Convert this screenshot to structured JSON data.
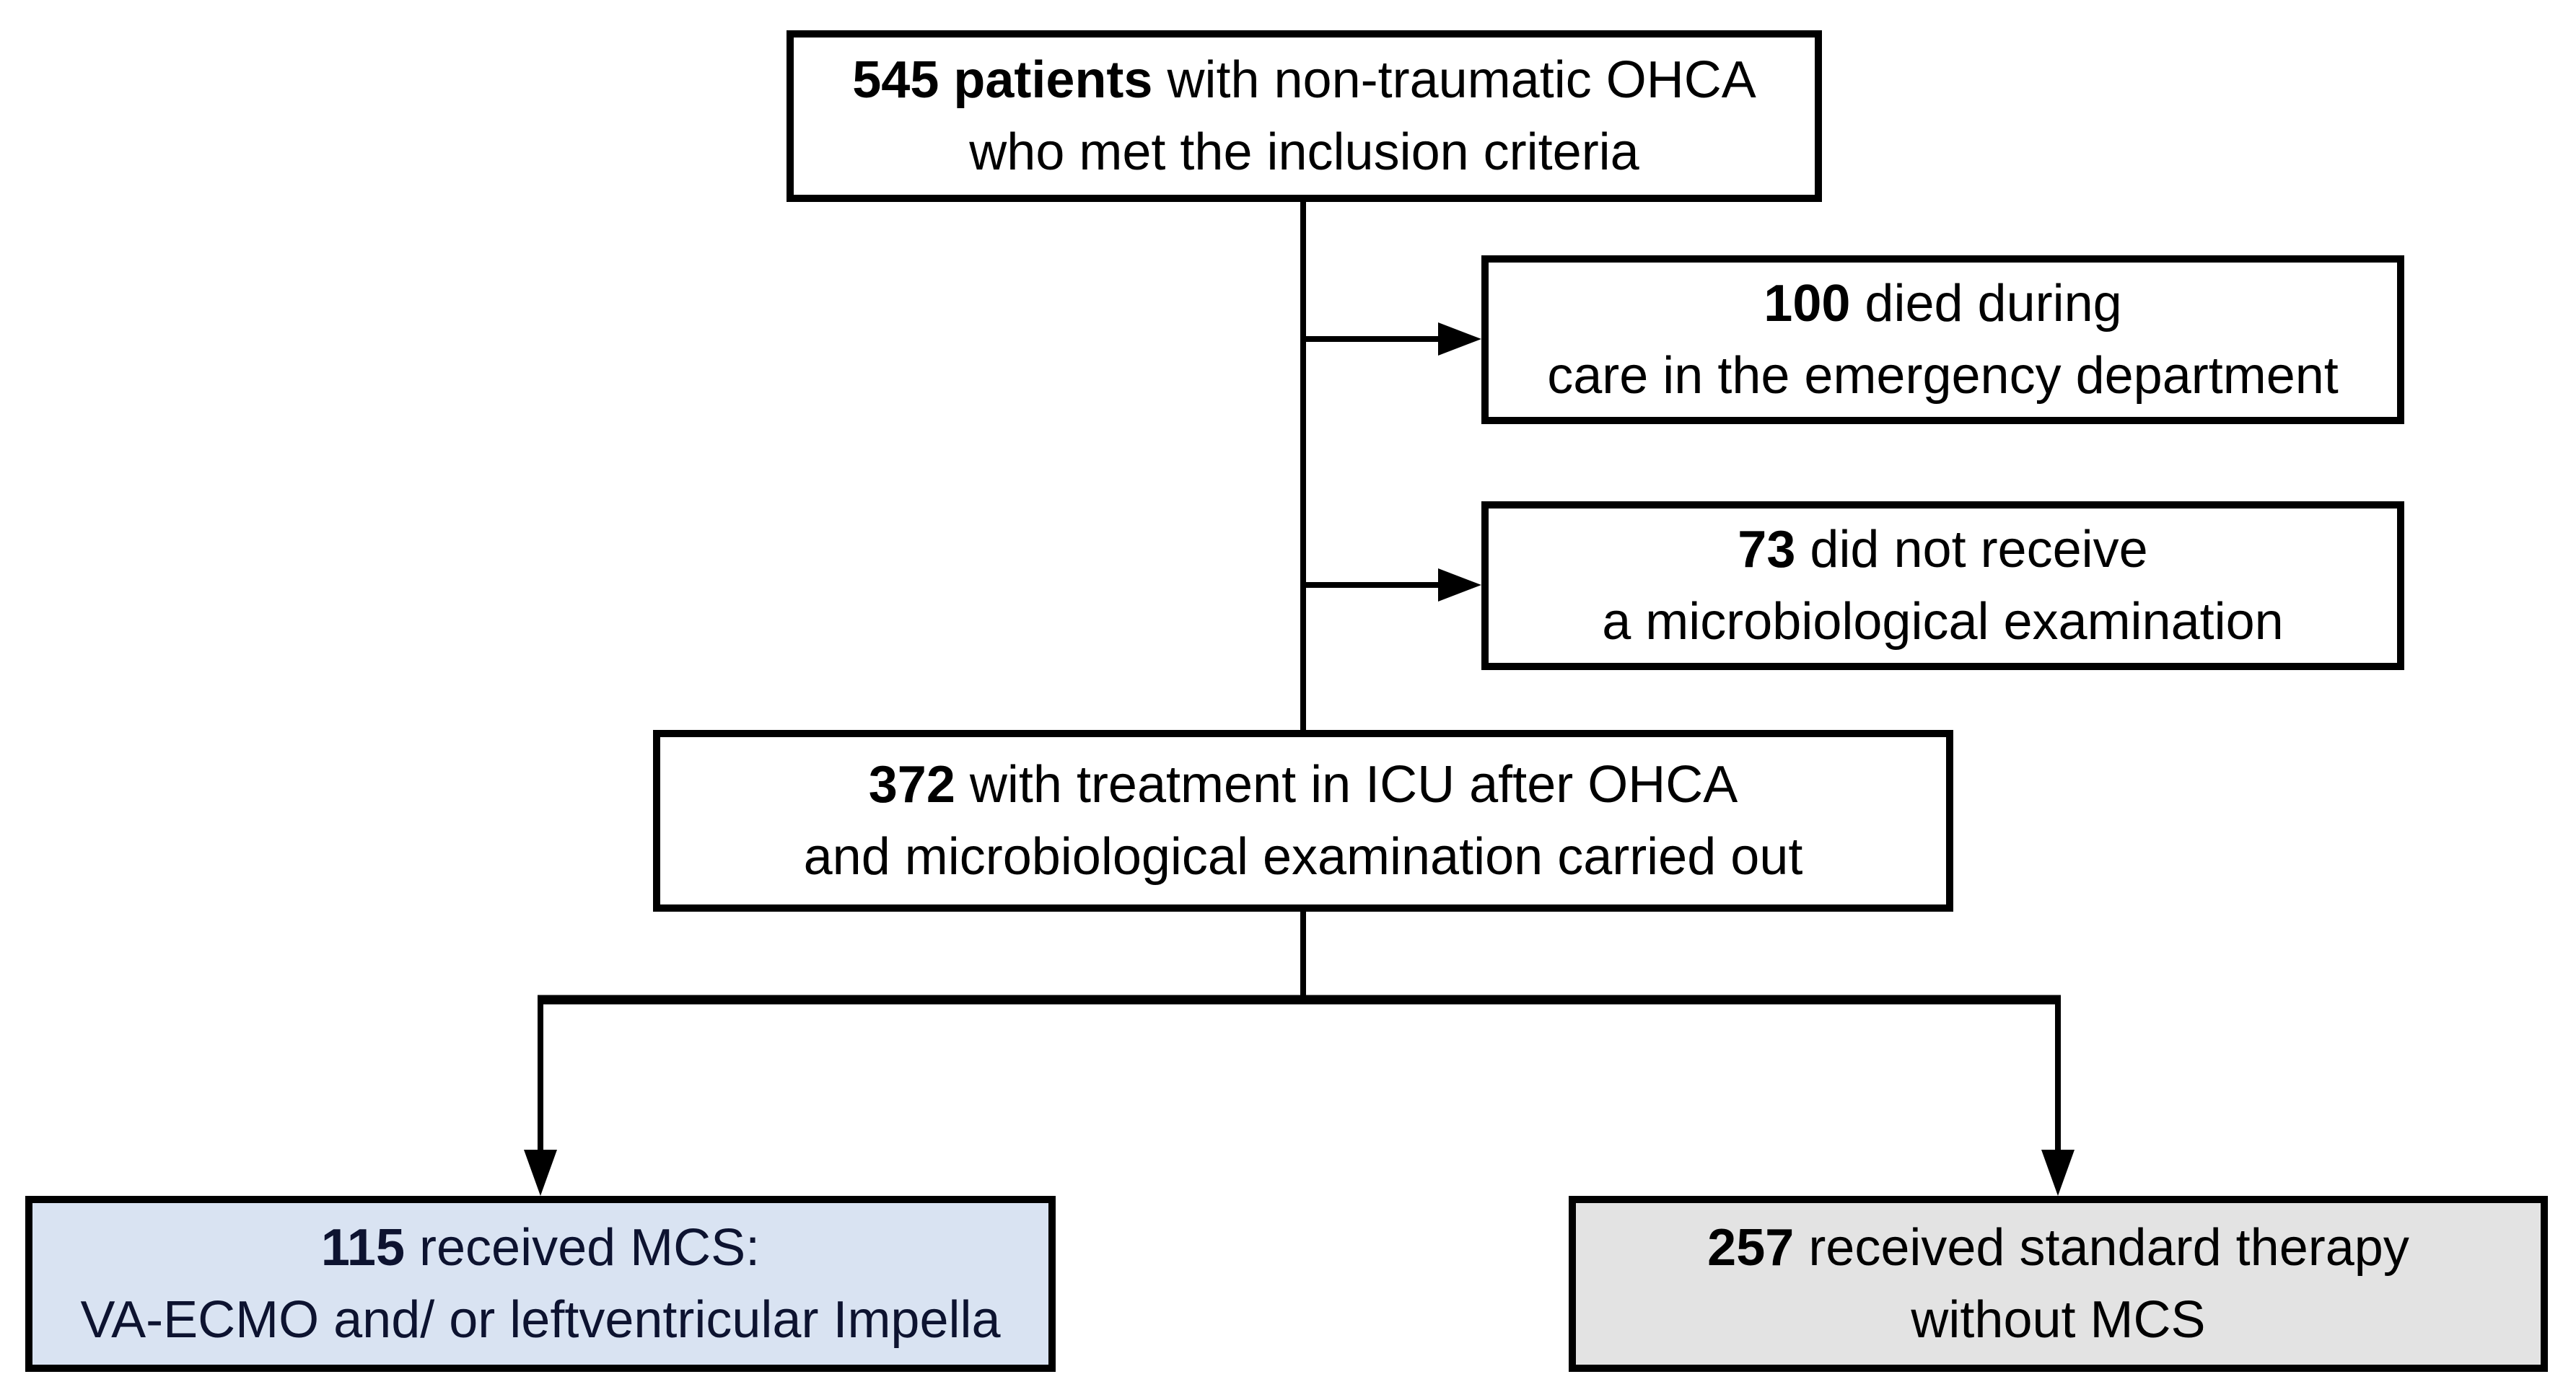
{
  "diagram": {
    "title": "Patient inclusion flowchart",
    "background": "#ffffff",
    "line_color": "#000000",
    "nodes": {
      "enrolled": {
        "bold": "545 patients",
        "rest": " with non-traumatic OHCA",
        "line2": "who met the inclusion criteria",
        "bg": "#ffffff",
        "text_color": "#000000",
        "border_color": "#000000"
      },
      "died_ed": {
        "bold": "100",
        "rest": " died during",
        "line2": "care in the emergency department",
        "bg": "#ffffff",
        "text_color": "#000000",
        "border_color": "#000000"
      },
      "no_micro": {
        "bold": "73",
        "rest": " did not receive",
        "line2": "a microbiological examination",
        "bg": "#ffffff",
        "text_color": "#000000",
        "border_color": "#000000"
      },
      "icu": {
        "bold": "372",
        "rest": " with treatment in ICU after OHCA",
        "line2": "and microbiological examination carried out",
        "bg": "#ffffff",
        "text_color": "#000000",
        "border_color": "#000000"
      },
      "mcs": {
        "bold": "115",
        "rest": " received MCS:",
        "line2": "VA-ECMO and/ or leftventricular Impella",
        "bg": "#d9e3f2",
        "text_color": "#0d1330",
        "border_color": "#000000"
      },
      "standard": {
        "bold": "257",
        "rest": " received standard therapy",
        "line2": "without MCS",
        "bg": "#e3e3e3",
        "text_color": "#000000",
        "border_color": "#000000"
      }
    }
  }
}
